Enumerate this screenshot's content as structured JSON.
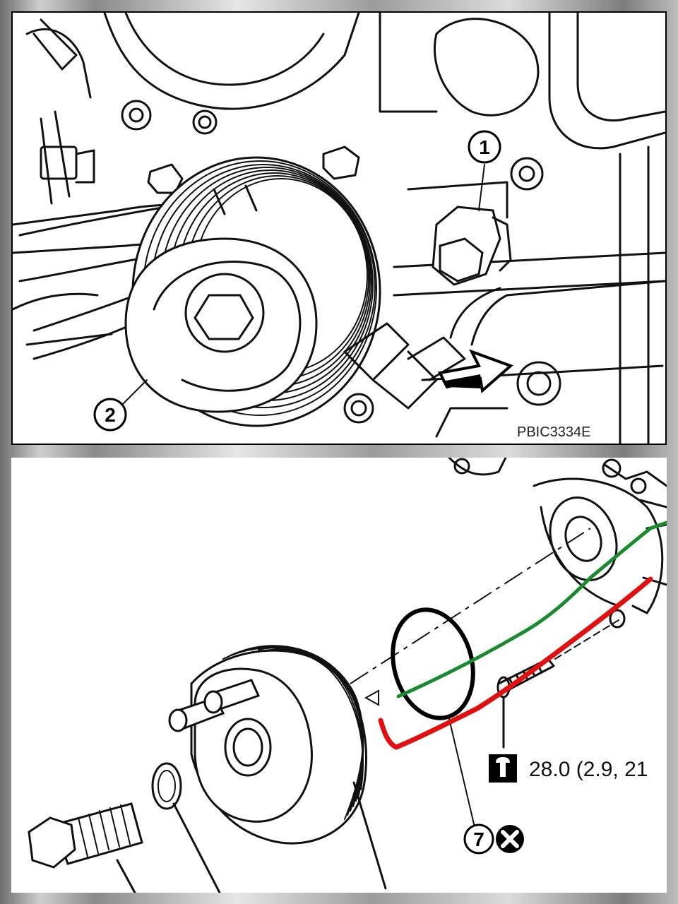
{
  "top_figure": {
    "callouts": [
      "1",
      "2"
    ],
    "figure_code": "PBIC3334E"
  },
  "bottom_figure": {
    "torque_spec": "28.0 (2.9, 21",
    "part_callout": "7",
    "icons": [
      "torque-wrench-icon",
      "do-not-reuse-icon"
    ],
    "markup_colors": {
      "green_line": "#1a8a2e",
      "red_line": "#e01010"
    }
  }
}
